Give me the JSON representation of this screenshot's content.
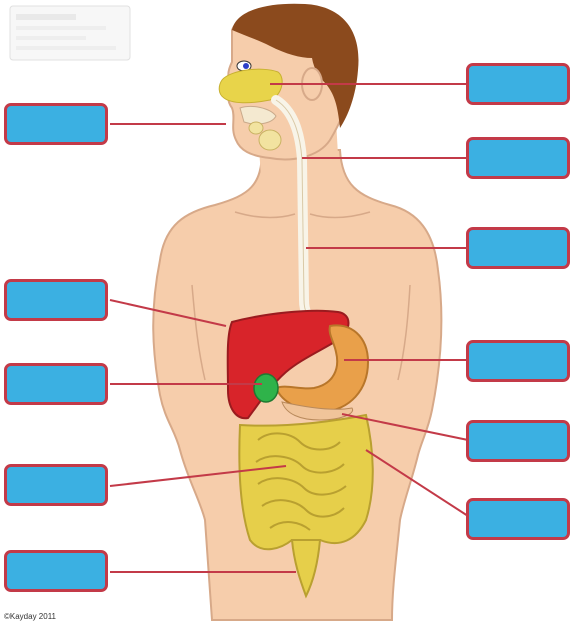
{
  "copyright": "©Kayday 2011",
  "label_boxes": [
    {
      "id": "label-box-left-1",
      "text": ""
    },
    {
      "id": "label-box-left-2",
      "text": ""
    },
    {
      "id": "label-box-left-3",
      "text": ""
    },
    {
      "id": "label-box-left-4",
      "text": ""
    },
    {
      "id": "label-box-left-5",
      "text": ""
    },
    {
      "id": "label-box-right-1",
      "text": ""
    },
    {
      "id": "label-box-right-2",
      "text": ""
    },
    {
      "id": "label-box-right-3",
      "text": ""
    },
    {
      "id": "label-box-right-4",
      "text": ""
    },
    {
      "id": "label-box-right-5",
      "text": ""
    },
    {
      "id": "label-box-right-6",
      "text": ""
    }
  ],
  "colors": {
    "label_fill": "#3bb0e2",
    "label_border": "#c33a48",
    "leader_line": "#c33a48",
    "skin": "#f6cdab",
    "hair": "#8b4a1d",
    "liver": "#d8242a",
    "stomach": "#e9a04a",
    "gallbladder": "#2fb34a",
    "intestine": "#e6cf4a",
    "nasal_cavity": "#e8d44a"
  }
}
